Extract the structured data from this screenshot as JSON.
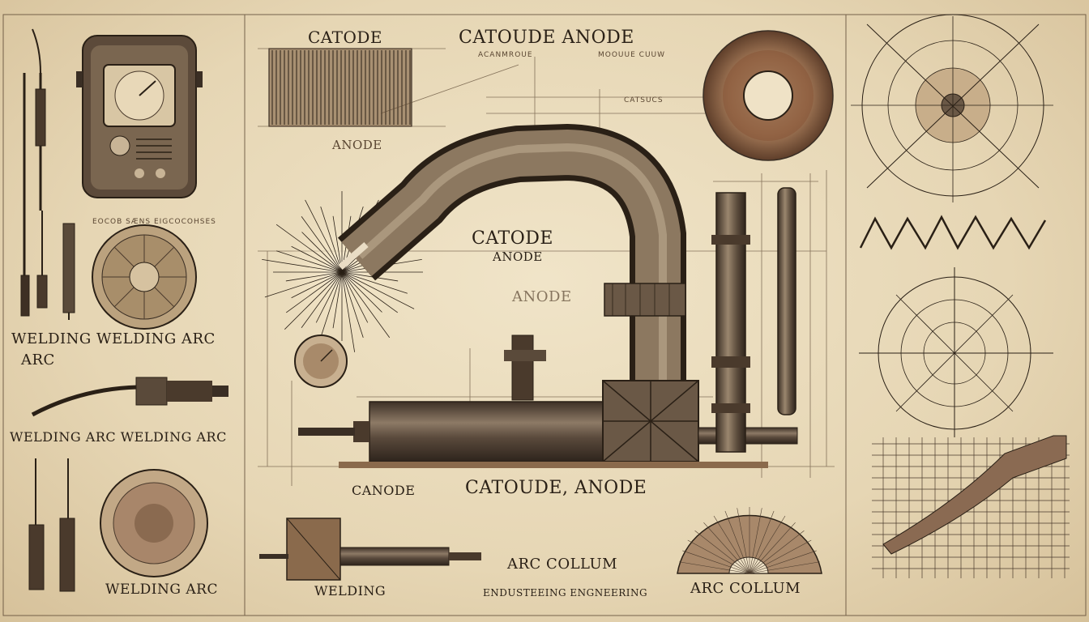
{
  "labels": {
    "top_catode": "CATODE",
    "top_catoude_anode": "CATOUDE  ANODE",
    "small_under_catode": "ACANMROUE",
    "small_under_anode": "MOOUUE CUUW",
    "nozzle_label": "ANODE",
    "mid_catode": "CATODE",
    "mid_anode": "ANODE",
    "mid_anode_faded": "ANODE",
    "welding_arc_1": "WELDING WELDING ARC",
    "welding_arc_1b": "ARC",
    "welding_arc_2": "WELDING ARC  WELDING ARC",
    "welding_arc_3": "WELDING ARC",
    "canode": "CANODE",
    "catoude_anode_bottom": "CATOUDE,   ANODE",
    "arc_collum_1": "ARC COLLUM",
    "arc_collum_2": "ARC COLLUM",
    "welding_bottom": "WELDING",
    "engineering": "ENDUSTEEING ENGNEERING",
    "small_header_left": "EOCOB SÆNS  EIGCOCOHSES",
    "small_right_1": "CATSUCS"
  },
  "colors": {
    "ink": "#2a2016",
    "paper": "#ecdfc3",
    "metal": "#6b5a4a",
    "rust": "#8a5a3c"
  }
}
